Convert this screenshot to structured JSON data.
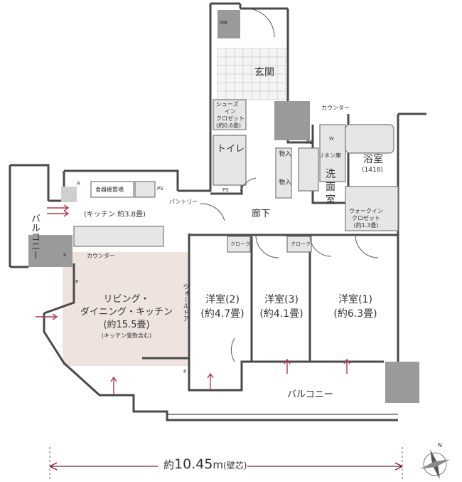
{
  "rooms": {
    "mb": "MB",
    "genkan": "玄関",
    "shoes_closet": [
      "シューズ",
      "イン",
      "クロゼット",
      "(約0.6畳)"
    ],
    "toilet": "トイレ",
    "ps": "PS",
    "w": "W",
    "counter_top": "カウンター",
    "linen": "リネン庫",
    "storage": "物入",
    "senmen": "洗面室",
    "bath": "浴室",
    "bath_size": "(1418)",
    "walkin": [
      "ウォークイン",
      "クロゼット",
      "(約1.3畳)"
    ],
    "r": "R",
    "dish_shelf": "食器棚置場",
    "pantry": "パントリー",
    "kitchen": "(キッチン 約3.8畳)",
    "balcony_left": "バルコニー",
    "hallway": "廊下",
    "closet": "クローク",
    "p": "P",
    "counter_left": "カウンター",
    "living": [
      "リビング・",
      "ダイニング・キッチン",
      "(約15.5畳)",
      "(キッチン畳数含む)"
    ],
    "wall_door": "ウォールドア",
    "room2": [
      "洋室(2)",
      "(約4.7畳)"
    ],
    "room3": [
      "洋室(3)",
      "(約4.1畳)"
    ],
    "room1": [
      "洋室(1)",
      "(約6.3畳)"
    ],
    "balcony_bottom": "バルコニー"
  },
  "dimension": {
    "prefix": "約",
    "value": "10.45",
    "unit": "m",
    "note": "(壁芯)"
  },
  "compass": {
    "north": "N"
  },
  "colors": {
    "wall": "#4a4a4a",
    "living_highlight": "#efe3df",
    "dim_line": "#7a1f2b",
    "arrow": "#b23a48"
  }
}
